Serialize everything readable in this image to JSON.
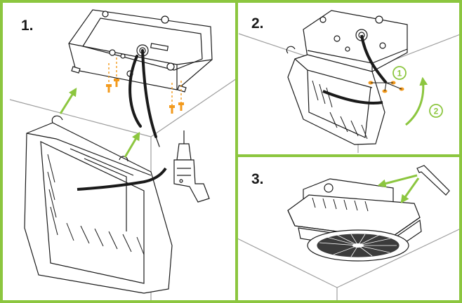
{
  "colors": {
    "accent_green": "#8cc63f",
    "screw_orange": "#f29a1d",
    "ink": "#1a1a1a",
    "ceiling_line": "#9e9e9e"
  },
  "panels": [
    {
      "step": "1.",
      "description_icons": [
        "junction-box",
        "screws",
        "power-cable",
        "light-fixture",
        "power-drill",
        "green-arrow"
      ]
    },
    {
      "step": "2.",
      "description_icons": [
        "junction-box",
        "hinged-fixture",
        "wire-nuts",
        "curved-arrow"
      ],
      "callouts": [
        "1",
        "2"
      ]
    },
    {
      "step": "3.",
      "description_icons": [
        "mounted-fixture",
        "hex-key",
        "green-arrow"
      ]
    }
  ]
}
